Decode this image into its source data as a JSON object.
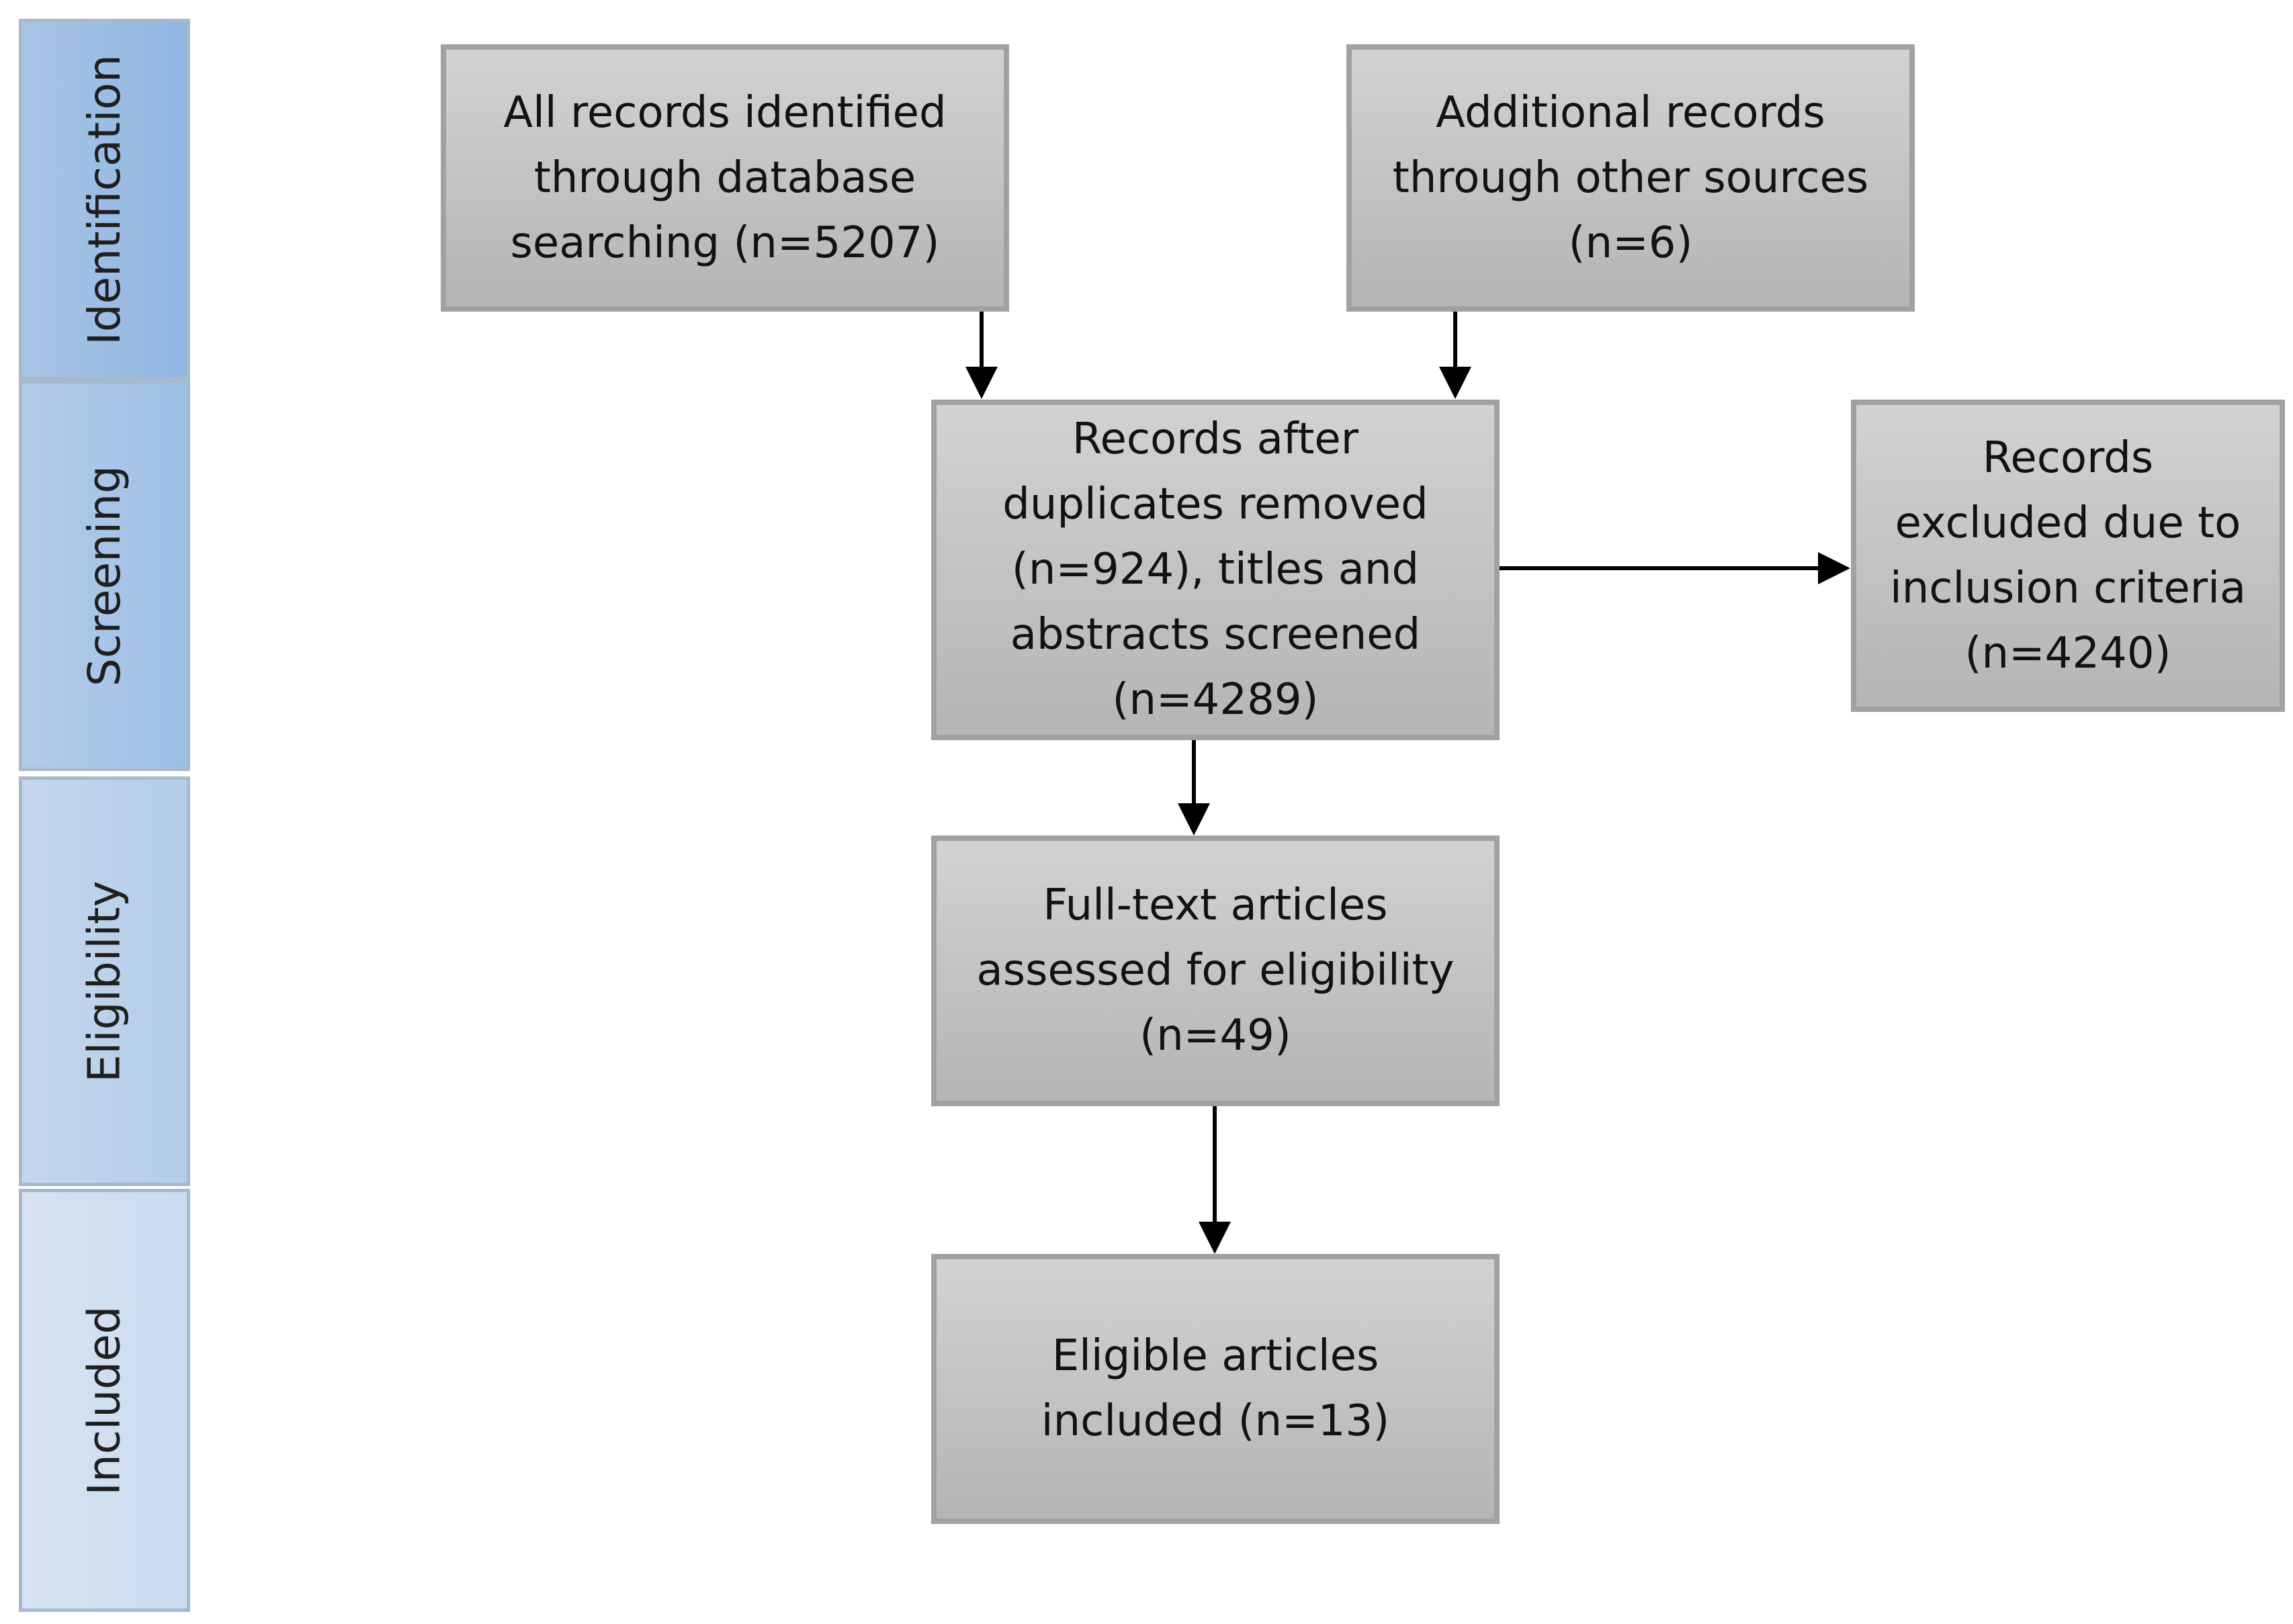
{
  "stages": {
    "identification": "Identification",
    "screening": "Screening",
    "eligibility": "Eligibility",
    "included": "Included"
  },
  "boxes": {
    "database": "All records identified\nthrough database\nsearching (n=5207)",
    "other_sources": "Additional records\nthrough other sources\n(n=6)",
    "screened": "Records after\nduplicates removed\n(n=924), titles and\nabstracts screened\n(n=4289)",
    "excluded": "Records\nexcluded due to\ninclusion criteria\n(n=4240)",
    "full_text": "Full-text articles\nassessed for eligibility\n(n=49)",
    "included": "Eligible articles\nincluded (n=13)"
  },
  "colors": {
    "box_fill": "#c4c4c4",
    "box_border": "#a1a1a1",
    "arrow": "#000000",
    "stage_fill": "#a9c5e6"
  }
}
